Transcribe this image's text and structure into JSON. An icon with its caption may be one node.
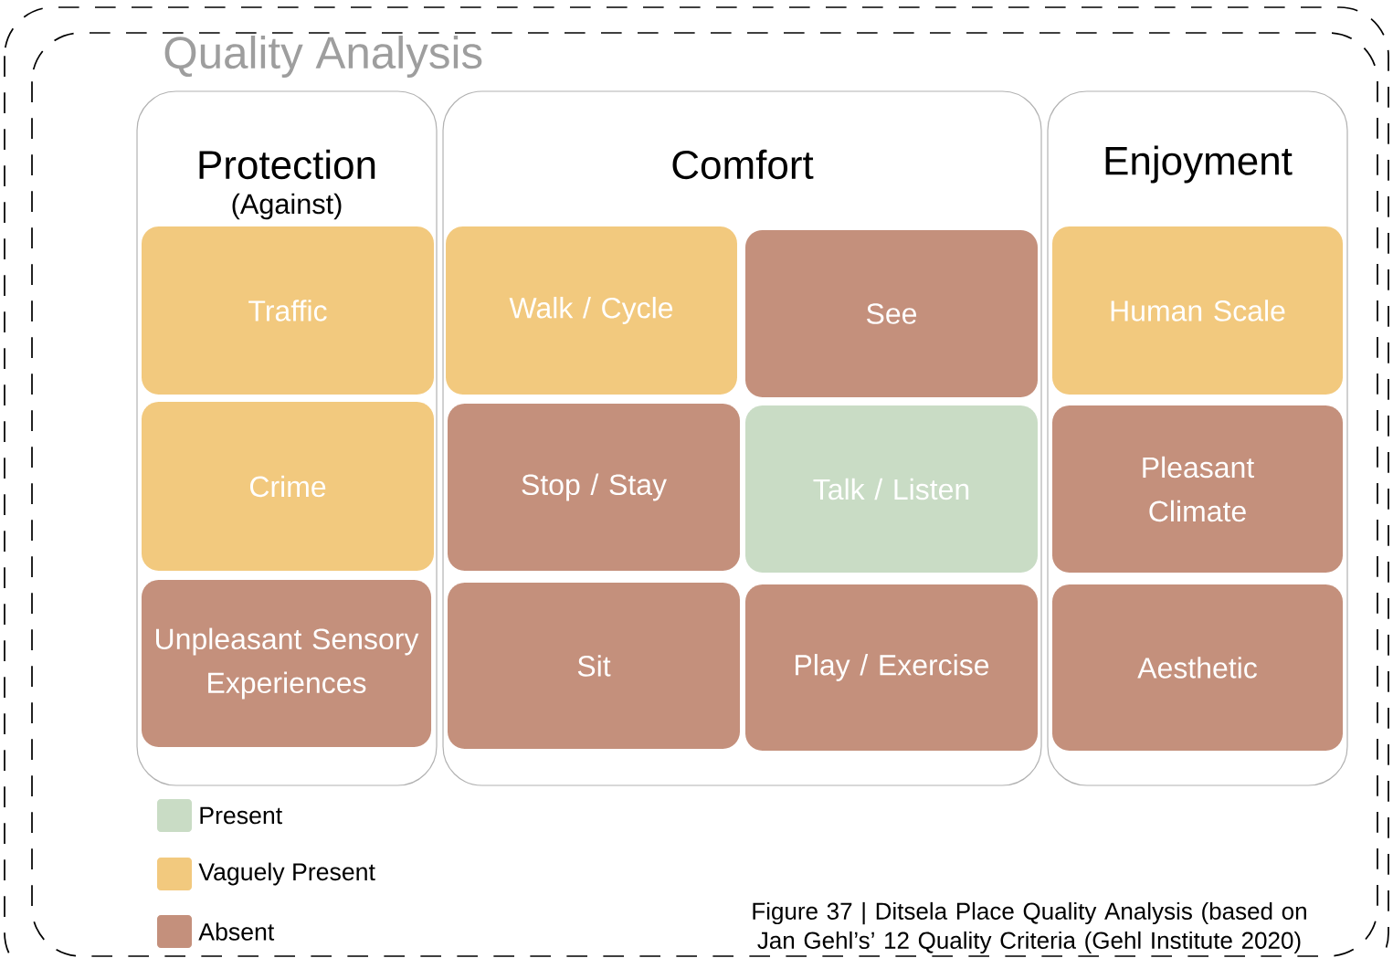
{
  "diagram": {
    "title": "Quality Analysis",
    "caption": "Figure 37 | Ditsela Place Quality Analysis (based on Jan Gehl’s’ 12 Quality Criteria (Gehl Institute 2020)",
    "nodes": [
      {
        "text": [
          "Protection",
          "(Against)"
        ]
      },
      {
        "text": [
          "Traffic"
        ],
        "in": 0
      },
      {
        "text": [
          "Crime"
        ],
        "in": 0
      },
      {
        "text": [
          "Unpleasant Sensory Experiences"
        ],
        "in": 0
      },
      {
        "text": [
          "Comfort"
        ]
      },
      {
        "text": [
          "Walk / Cycle"
        ],
        "in": 4
      },
      {
        "text": [
          "See"
        ],
        "in": 4
      },
      {
        "text": [
          "Stop / Stay"
        ],
        "in": 4
      },
      {
        "text": [
          "Talk / Listen"
        ],
        "in": 4
      },
      {
        "text": [
          "Sit"
        ],
        "in": 4
      },
      {
        "text": [
          "Play / Exercise"
        ],
        "in": 4
      },
      {
        "text": [
          "Enjoyment"
        ]
      },
      {
        "text": [
          "Human Scale"
        ],
        "in": 11
      },
      {
        "text": [
          "Pleasant Climate"
        ],
        "in": 11
      },
      {
        "text": [
          "Aesthetic"
        ],
        "in": 11
      }
    ],
    "legend": [
      {
        "text": "Present",
        "color": "#c9dcc5"
      },
      {
        "text": "Vaguely Present",
        "color": "#f2c97e"
      },
      {
        "text": "Absent",
        "color": "#c4907c"
      }
    ]
  }
}
